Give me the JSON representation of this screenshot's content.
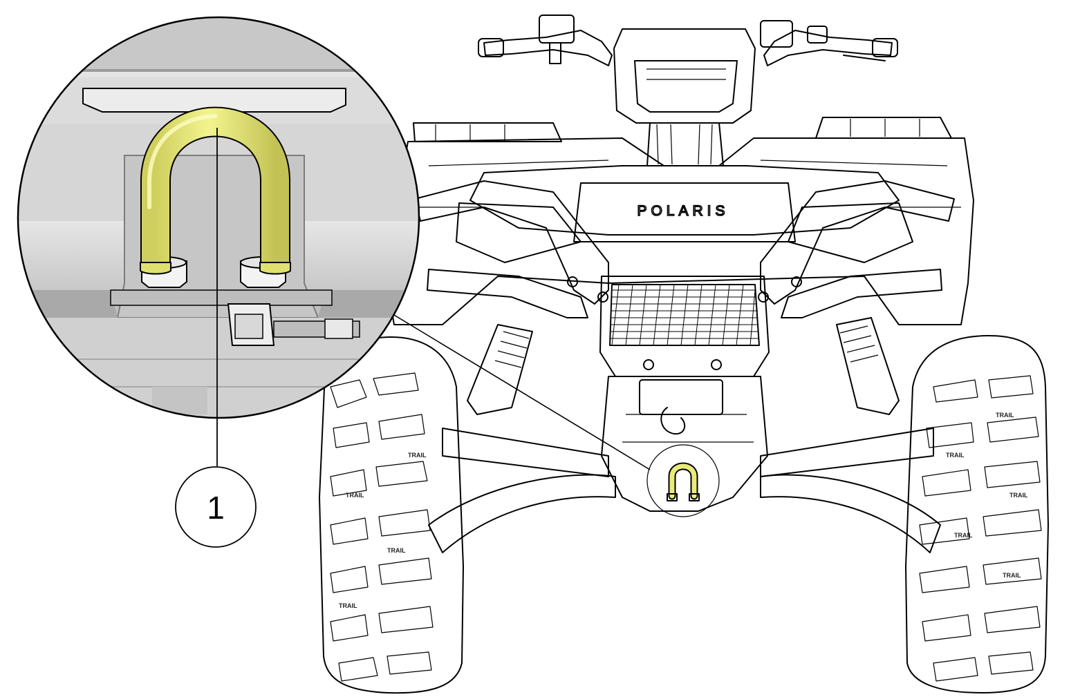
{
  "callouts": [
    {
      "number": "1",
      "target": "tow-hook"
    }
  ],
  "vehicle": {
    "brand_text": "POLARIS",
    "tire_text": "TRAIL"
  },
  "colors": {
    "highlight": "#e9ea7a",
    "highlight_dark": "#c8c85c",
    "outline": "#000000",
    "body_fill": "#f4f4f4",
    "zoom_background": "#d9d9d9"
  }
}
